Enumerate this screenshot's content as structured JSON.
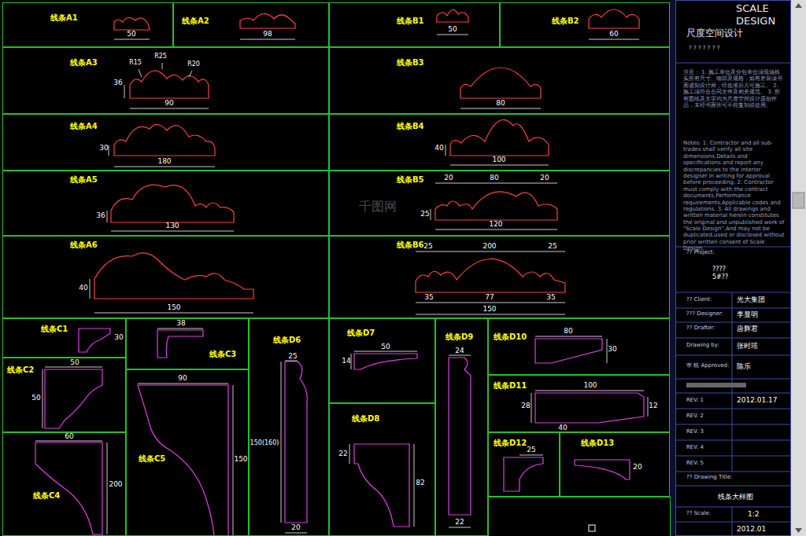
{
  "diagram": {
    "nodes": [
      {
        "text": [
          "线条A1"
        ]
      },
      {
        "text": [
          "线条A2"
        ]
      },
      {
        "text": [
          "线条B1"
        ]
      },
      {
        "text": [
          "线条B2"
        ]
      },
      {
        "text": [
          "线条A3"
        ]
      },
      {
        "text": [
          "线条B3"
        ]
      },
      {
        "text": [
          "线条A4"
        ]
      },
      {
        "text": [
          "线条B4"
        ]
      },
      {
        "text": [
          "线条A5"
        ]
      },
      {
        "text": [
          "线条B5"
        ]
      },
      {
        "text": [
          "线条A6"
        ]
      },
      {
        "text": [
          "线条B6"
        ]
      },
      {
        "text": [
          "线条C1"
        ]
      },
      {
        "text": [
          "线条C2"
        ]
      },
      {
        "text": [
          "线条C4"
        ]
      },
      {
        "text": [
          "线条C3"
        ]
      },
      {
        "text": [
          "线条C5"
        ]
      },
      {
        "text": [
          "线条D6"
        ]
      },
      {
        "text": [
          "线条D7"
        ]
      },
      {
        "text": [
          "线条D8"
        ]
      },
      {
        "text": [
          "线条D9"
        ]
      },
      {
        "text": [
          "线条D10"
        ]
      },
      {
        "text": [
          "线条D11"
        ]
      },
      {
        "text": [
          "线条D12"
        ]
      },
      {
        "text": [
          "线条D13"
        ]
      }
    ],
    "labels": [
      "50",
      "98",
      "50",
      "60",
      "36",
      "R15",
      "R25",
      "R20",
      "90",
      "80",
      "30",
      "180",
      "40",
      "100",
      "36",
      "130",
      "20",
      "80",
      "20",
      "25",
      "120",
      "40",
      "150",
      "25",
      "200",
      "25",
      "35",
      "77",
      "35",
      "150",
      "30",
      "50",
      "50",
      "60",
      "200",
      "38",
      "90",
      "150",
      "25",
      "150(160)",
      "20",
      "50",
      "14",
      "22",
      "82",
      "24",
      "22",
      "80",
      "30",
      "100",
      "28",
      "40",
      "12",
      "25",
      "20",
      "千图网",
      "SCALE DESIGN",
      "尺度空间设计",
      "? ? ?   ? ? ? ?",
      "注意： 1. 施工单位及分包单位须现场核实所有尺寸、细部及规格，如有差异须书面通知设计师，经批准后方可施工。 2. 施工须符合合同文件及相关规范。 3. 所有图纸及文字均为尺度空间设计原创作品，未经书面许可不得复制或使用。",
      "Notes: 1. Contractor and all sub-trades shall verify all site dimensions,Details and specifications and report any discrepancies to the interior designer in writing for approval before proceeding. 2. Contractor must comply with the contract documents,Performance requirements,Applicable codes and regulations. 3. All drawings and written material herein constitutes the original and unpublished work of \"Scale Design\",And may not be duplicated,used or disclosed without prior written consent of Scale Design.",
      "?? Project:",
      "???? 5#??",
      "?? Client:",
      "光大集团",
      "??? Designer:",
      "李显明",
      "?? Drafter:",
      "唐辉君",
      "Drawing by:",
      "张时瑶",
      "审 核 Approved:",
      "陈乐",
      "REV. 1",
      "2012.01.17",
      "REV. 2",
      "REV. 3",
      "REV. 4",
      "REV. 5",
      "?? Drawing Title:",
      "线条大样图",
      "?? Scale:",
      "1:2",
      "2012.01"
    ]
  }
}
